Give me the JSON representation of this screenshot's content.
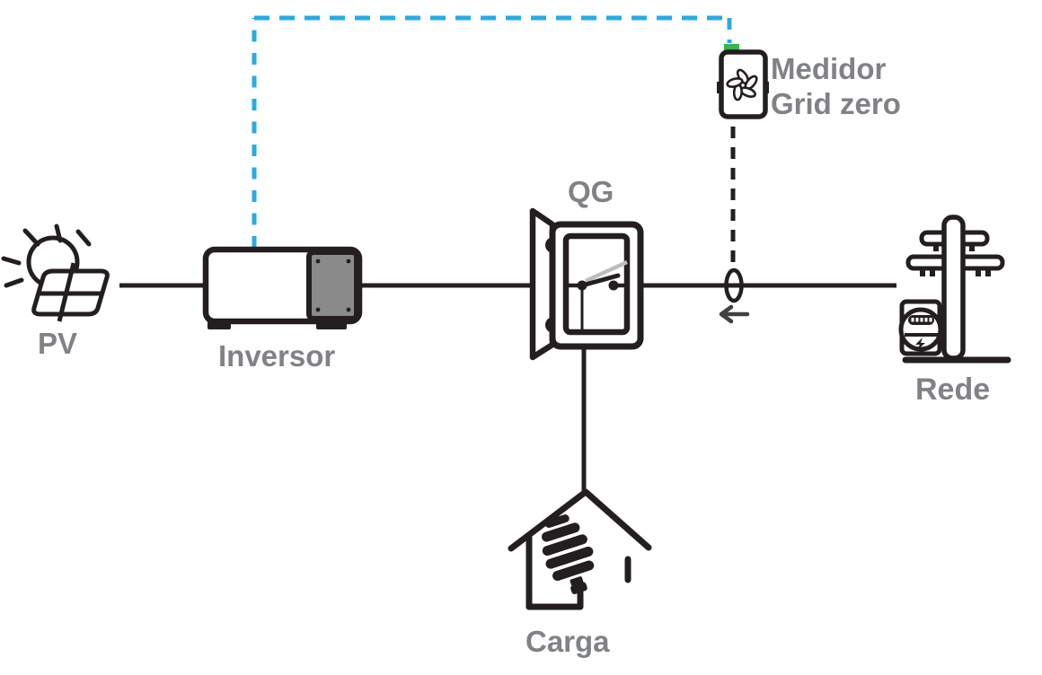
{
  "diagram": {
    "title_present": false,
    "labels": {
      "pv": "PV",
      "inverter": "Inversor",
      "switchboard": "QG",
      "meter_line1": "Medidor",
      "meter_line2": "Grid zero",
      "grid": "Rede",
      "load": "Carga"
    },
    "icons": {
      "pv": "sun-and-solar-panel-icon",
      "inverter": "inverter-box-icon",
      "switchboard": "breaker-box-open-door-icon",
      "meter": "grid-zero-meter-fan-icon",
      "meter_led": "green-led-indicator",
      "grid": "utility-pole-with-meter-icon",
      "load": "house-with-cfl-bulb-icon",
      "ct": "current-transformer-ring-icon",
      "flow_arrow": "left-arrow-icon"
    },
    "connections": {
      "comm_line_style": "blue-dashed",
      "ct_line_style": "black-dashed",
      "power_line_style": "solid"
    },
    "colors": {
      "stroke": "#231f20",
      "label": "#808285",
      "comm_blue": "#29abe2",
      "led_green": "#39b54a",
      "panel_gray": "#8a8a8a",
      "ghost_gray": "#bdbdbd",
      "arrow_dark": "#404041",
      "background": "#ffffff"
    }
  }
}
